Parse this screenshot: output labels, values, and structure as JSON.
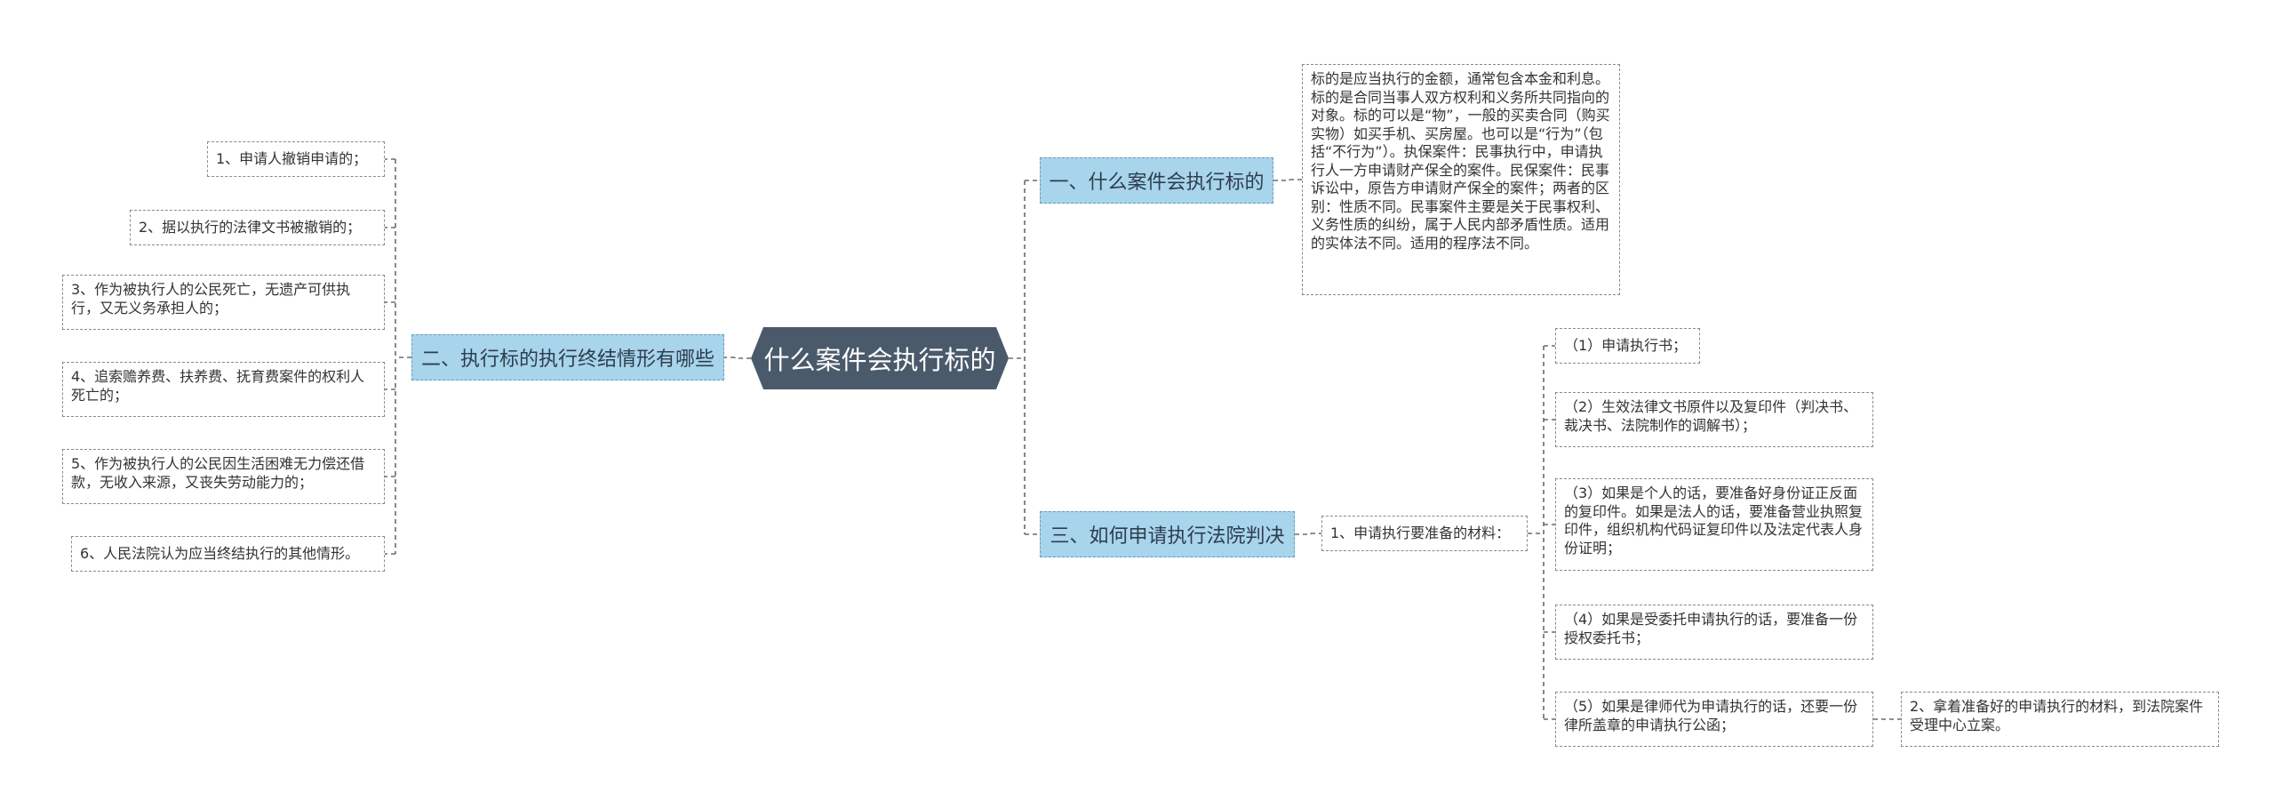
{
  "root": {
    "label": "什么案件会执行标的"
  },
  "branches": {
    "b1": {
      "label": "一、什么案件会执行标的",
      "detail": "标的是应当执行的金额，通常包含本金和利息。标的是合同当事人双方权利和义务所共同指向的对象。标的可以是“物”，一般的买卖合同（购买实物）如买手机、买房屋。也可以是“行为”（包括“不行为”）。执保案件：民事执行中，申请执行人一方申请财产保全的案件。民保案件：民事诉讼中，原告方申请财产保全的案件；两者的区别：性质不同。民事案件主要是关于民事权利、义务性质的纠纷，属于人民内部矛盾性质。适用的实体法不同。适用的程序法不同。"
    },
    "b2": {
      "label": "二、执行标的执行终结情形有哪些",
      "items": [
        "1、申请人撤销申请的；",
        "2、据以执行的法律文书被撤销的；",
        "3、作为被执行人的公民死亡，无遗产可供执行，又无义务承担人的；",
        "4、追索赡养费、扶养费、抚育费案件的权利人死亡的；",
        "5、作为被执行人的公民因生活困难无力偿还借款，无收入来源，又丧失劳动能力的；",
        "6、人民法院认为应当终结执行的其他情形。"
      ]
    },
    "b3": {
      "label": "三、如何申请执行法院判决",
      "sub1": "1、申请执行要准备的材料：",
      "materials": [
        "（1）申请执行书；",
        "（2）生效法律文书原件以及复印件（判决书、裁决书、法院制作的调解书）；",
        "（3）如果是个人的话，要准备好身份证正反面的复印件。如果是法人的话，要准备营业执照复印件，组织机构代码证复印件以及法定代表人身份证明；",
        "（4）如果是受委托申请执行的话，要准备一份授权委托书；",
        "（5）如果是律师代为申请执行的话，还要一份律所盖章的申请执行公函；"
      ],
      "sub2": "2、拿着准备好的申请执行的材料，到法院案件受理中心立案。"
    }
  },
  "colors": {
    "root_fill": "#4a5a6a",
    "branch_fill": "#a8d4ec",
    "branch_border": "#6a9cb8",
    "leaf_border": "#8a8a8a",
    "connector": "#6b6b6b"
  }
}
